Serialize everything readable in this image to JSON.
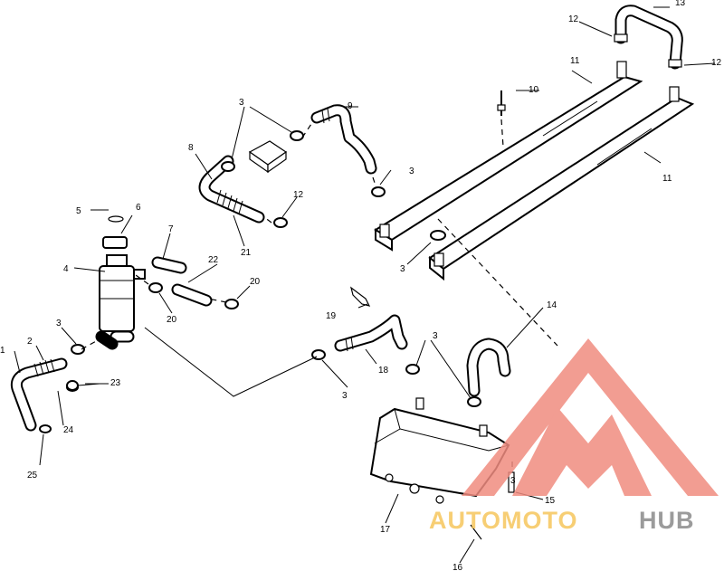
{
  "callouts": [
    {
      "id": "c1",
      "text": "1"
    },
    {
      "id": "c2",
      "text": "2"
    },
    {
      "id": "c3a",
      "text": "3"
    },
    {
      "id": "c3b",
      "text": "3"
    },
    {
      "id": "c3c",
      "text": "3"
    },
    {
      "id": "c3d",
      "text": "3"
    },
    {
      "id": "c3e",
      "text": "3"
    },
    {
      "id": "c3f",
      "text": "3"
    },
    {
      "id": "c3g",
      "text": "3"
    },
    {
      "id": "c4",
      "text": "4"
    },
    {
      "id": "c5",
      "text": "5"
    },
    {
      "id": "c6",
      "text": "6"
    },
    {
      "id": "c7",
      "text": "7"
    },
    {
      "id": "c8",
      "text": "8"
    },
    {
      "id": "c9",
      "text": "9"
    },
    {
      "id": "c10",
      "text": "10"
    },
    {
      "id": "c11a",
      "text": "11"
    },
    {
      "id": "c11b",
      "text": "11"
    },
    {
      "id": "c12a",
      "text": "12"
    },
    {
      "id": "c12b",
      "text": "12"
    },
    {
      "id": "c12c",
      "text": "12"
    },
    {
      "id": "c13",
      "text": "13"
    },
    {
      "id": "c14",
      "text": "14"
    },
    {
      "id": "c15",
      "text": "15"
    },
    {
      "id": "c16",
      "text": "16"
    },
    {
      "id": "c17",
      "text": "17"
    },
    {
      "id": "c18",
      "text": "18"
    },
    {
      "id": "c19",
      "text": "19"
    },
    {
      "id": "c20a",
      "text": "20"
    },
    {
      "id": "c20b",
      "text": "20"
    },
    {
      "id": "c21",
      "text": "21"
    },
    {
      "id": "c22",
      "text": "22"
    },
    {
      "id": "c23",
      "text": "23"
    },
    {
      "id": "c24",
      "text": "24"
    },
    {
      "id": "c25",
      "text": "25"
    }
  ],
  "watermark": {
    "text_part1": "AUTOMOTO",
    "text_part2": "HUB",
    "color_primary": "#f08c80",
    "color_secondary": "#f6c65c",
    "color_tertiary": "#8a8a8a"
  }
}
